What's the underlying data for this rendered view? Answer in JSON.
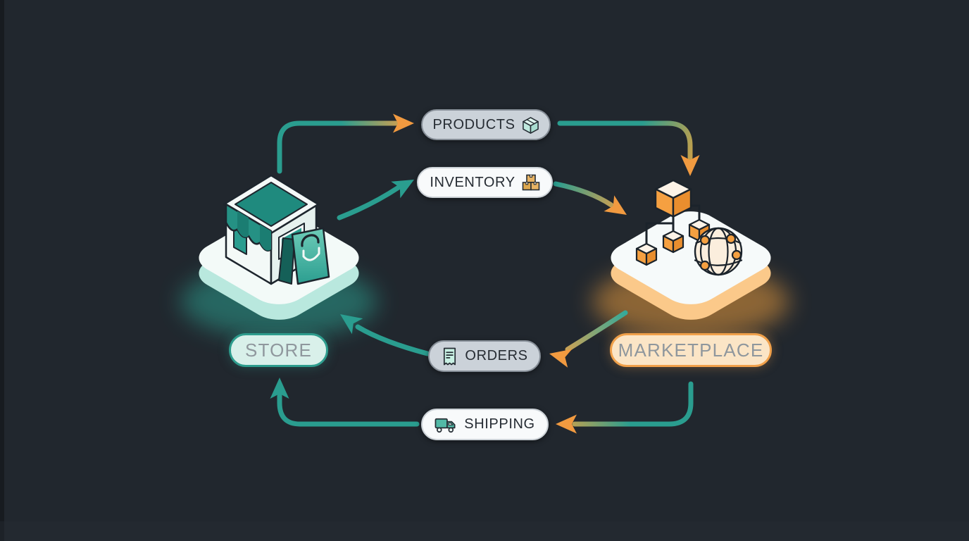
{
  "canvas": {
    "background": "#21272e"
  },
  "palette": {
    "teal": "#2a9d8f",
    "orange": "#f19a40",
    "pill_gray": "#cbd2d9",
    "pill_white": "#f8fafb",
    "store_fill": "#d9f0ea",
    "marketplace_fill": "#fbe5c6",
    "dark_text": "#262c33",
    "muted_text": "#8f979d"
  },
  "nodes": {
    "store": {
      "label": "STORE",
      "icon": "storefront-icon",
      "accent": "#2a9d8f"
    },
    "marketplace": {
      "label": "MARKETPLACE",
      "icon": "network-globe-icon",
      "accent": "#f19a40"
    }
  },
  "pills": {
    "products": {
      "label": "PRODUCTS",
      "icon": "package-box-icon",
      "icon_side": "right"
    },
    "inventory": {
      "label": "INVENTORY",
      "icon": "stacked-boxes-icon",
      "icon_side": "right"
    },
    "orders": {
      "label": "ORDERS",
      "icon": "receipt-icon",
      "icon_side": "left"
    },
    "shipping": {
      "label": "SHIPPING",
      "icon": "delivery-truck-icon",
      "icon_side": "left"
    }
  },
  "flows": [
    {
      "from": "store",
      "to": "products",
      "style": "teal-to-orange"
    },
    {
      "from": "products",
      "to": "marketplace",
      "style": "teal-to-orange"
    },
    {
      "from": "store",
      "to": "inventory",
      "style": "teal"
    },
    {
      "from": "inventory",
      "to": "marketplace",
      "style": "teal-to-orange"
    },
    {
      "from": "marketplace",
      "to": "orders",
      "style": "teal-to-orange"
    },
    {
      "from": "orders",
      "to": "store",
      "style": "teal"
    },
    {
      "from": "marketplace",
      "to": "shipping",
      "style": "teal-to-orange"
    },
    {
      "from": "shipping",
      "to": "store",
      "style": "teal"
    }
  ]
}
